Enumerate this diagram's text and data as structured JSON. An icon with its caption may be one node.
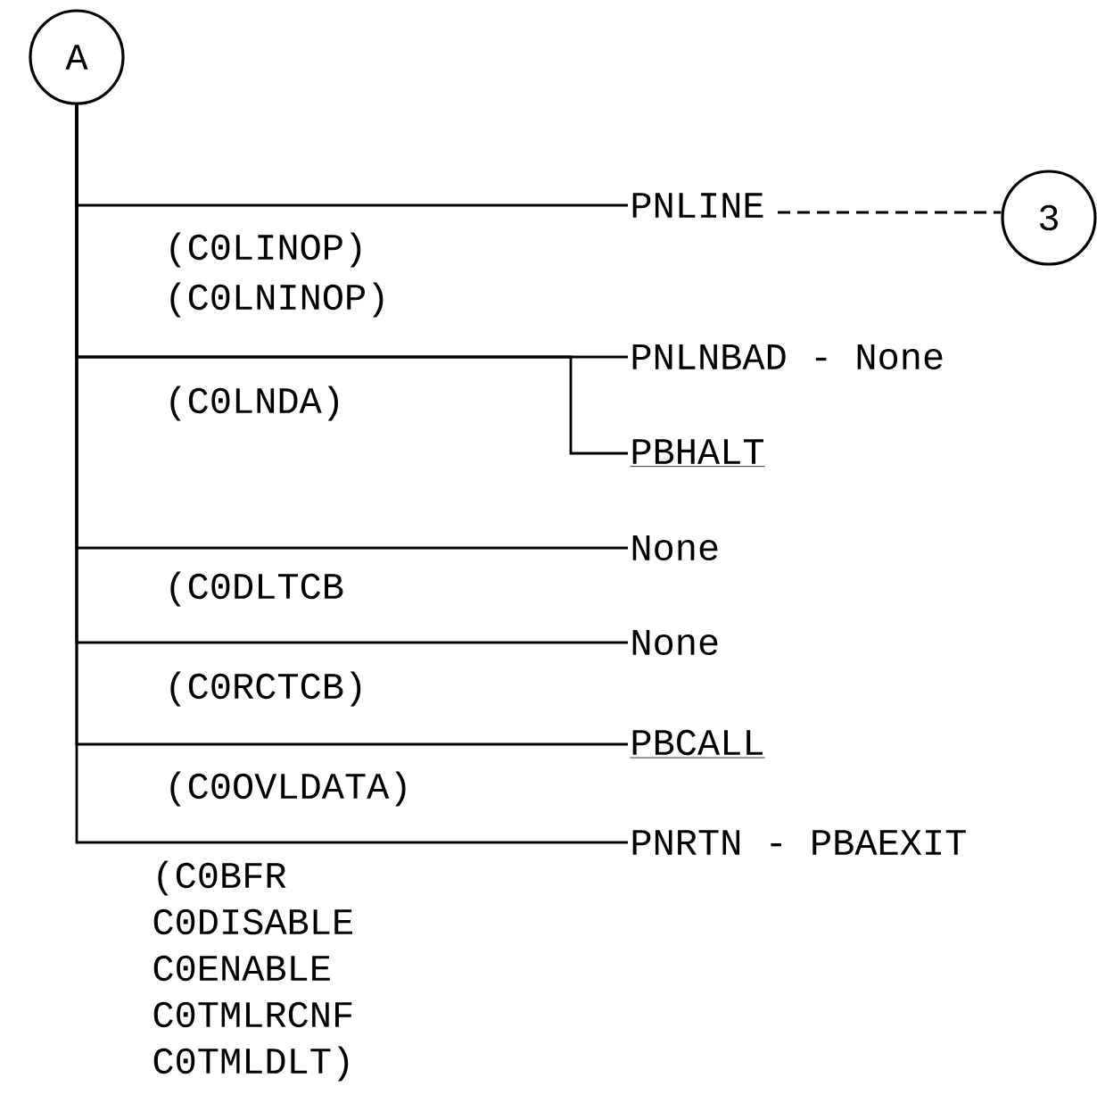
{
  "diagram": {
    "nodes": [
      {
        "text": [
          "A"
        ]
      },
      {
        "text": [
          "PNLINE"
        ]
      },
      {
        "text": [
          "3"
        ]
      },
      {
        "text": [
          "PNLNBAD - None"
        ]
      },
      {
        "text": [
          "PBHALT"
        ]
      },
      {
        "text": [
          "None"
        ]
      },
      {
        "text": [
          "None"
        ]
      },
      {
        "text": [
          "PBCALL"
        ]
      },
      {
        "text": [
          "PNRTN - PBAEXIT"
        ]
      }
    ],
    "edges": [
      {
        "from": 0,
        "to": 1,
        "arrow": "none"
      },
      {
        "from": 1,
        "to": 2,
        "arrow": "none",
        "style": "dashed"
      },
      {
        "from": 0,
        "to": 3,
        "arrow": "none"
      },
      {
        "from": 0,
        "to": 4,
        "arrow": "none"
      },
      {
        "from": 0,
        "to": 5,
        "arrow": "none"
      },
      {
        "from": 0,
        "to": 6,
        "arrow": "none"
      },
      {
        "from": 0,
        "to": 7,
        "arrow": "none"
      },
      {
        "from": 0,
        "to": 8,
        "arrow": "none"
      }
    ],
    "labels": [
      "(C0LINOP)",
      "(C0LNINOP)",
      "(C0LNDA)",
      "(C0DLTCB",
      "(C0RCTCB)",
      "(C0OVLDATA)",
      "(C0BFR C0DISABLE C0ENABLE C0TMLRCNF C0TMLDLT)"
    ]
  }
}
